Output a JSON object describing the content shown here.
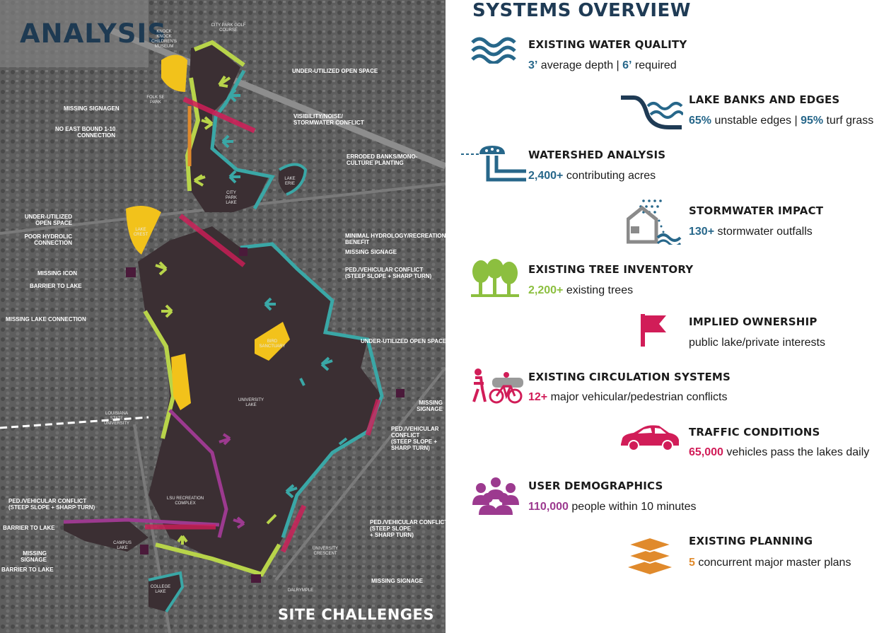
{
  "map": {
    "title": "ANALYSIS",
    "footer": "SITE CHALLENGES",
    "labels": {
      "missing_signagen": "MISSING SIGNAGEN",
      "no_eastbound_1": "NO EAST BOUND 1-10",
      "no_eastbound_2": "CONNECTION",
      "underutilized_top": "UNDER-UTILIZED OPEN SPACE",
      "visibility_1": "VISIBILITY/NOISE/",
      "visibility_2": "STORMWATER CONFLICT",
      "erroded_1": "ERRODED BANKS/MONO-",
      "erroded_2": "CULTURE PLANTING",
      "underutilized_left_1": "UNDER-UTILIZED",
      "underutilized_left_2": "OPEN SPACE",
      "poor_hydrolic_1": "POOR HYDROLIC",
      "poor_hydrolic_2": "CONNECTION",
      "minimal_hydro_1": "MINIMAL HYDROLOGY/RECREATIONAL",
      "minimal_hydro_2": "BENEFIT",
      "missing_signage_mid": "MISSING SIGNAGE",
      "missing_icon": "MISSING ICON",
      "barrier_lake_top": "BARRIER TO LAKE",
      "ped_conflict_mid_1": "PED./VEHICULAR CONFLICT",
      "ped_conflict_mid_2": "(STEEP SLOPE + SHARP TURN)",
      "missing_lake_connection": "MISSING LAKE CONNECTION",
      "underutilized_right": "UNDER-UTILIZED OPEN SPACE",
      "missing_signage_right_1": "MISSING",
      "missing_signage_right_2": "SIGNAGE",
      "ped_right_1": "PED./VEHICULAR",
      "ped_right_2": "CONFLICT",
      "ped_right_3": "(STEEP SLOPE +",
      "ped_right_4": "SHARP TURN)",
      "ped_left_1": "PED./VEHICULAR CONFLICT",
      "ped_left_2": "(STEEP SLOPE + SHARP TURN)",
      "barrier_lake_left": "BARRIER TO LAKE",
      "missing_signage_left_1": "MISSING",
      "missing_signage_left_2": "SIGNAGE",
      "barrier_lake_bottom": "BARRIER TO LAKE",
      "ped_bottom_1": "PED./VEHICULAR CONFLICT",
      "ped_bottom_2": "(STEEP SLOPE",
      "ped_bottom_3": "+ SHARP TURN)",
      "missing_signage_bottom": "MISSING SIGNAGE",
      "knock_knock": "KNOCK KNOCK CHILDREN'S MUSEUM",
      "city_park_golf": "CITY PARK GOLF COURSE",
      "folk_se_park": "FOLK SE PARK",
      "city_park_lake": "CITY PARK LAKE",
      "lake_erie": "LAKE ERIE",
      "lake_crest": "LAKE CREST",
      "university_lake": "UNIVERSITY LAKE",
      "bird_sanctuary": "BIRD SANCTUARY",
      "lsu": "LOUISIANA STATE UNIVERSITY",
      "campus_lake": "CAMPUS LAKE",
      "college_lake": "COLLEGE LAKE",
      "recreation_complex": "LSU RECREATION COMPLEX",
      "university_crescent": "UNIVERSITY CRESCENT",
      "dalrymple": "DALRYMPLE"
    }
  },
  "panel": {
    "title": "SYSTEMS OVERVIEW",
    "items": [
      {
        "title": "EXISTING WATER QUALITY",
        "num1": "3’",
        "text1": " average depth | ",
        "num2": "6’",
        "text2": " required",
        "color": "#27678a",
        "icon": "water-waves-icon"
      },
      {
        "title": "LAKE BANKS AND EDGES",
        "num1": "65%",
        "text1": " unstable edges | ",
        "num2": "95%",
        "text2": " turf grass",
        "color": "#27678a",
        "icon": "lake-bank-icon"
      },
      {
        "title": "WATERSHED ANALYSIS",
        "num1": "2,400+",
        "text1": " contributing acres",
        "color": "#27678a",
        "icon": "watershed-icon"
      },
      {
        "title": "STORMWATER IMPACT",
        "num1": "130+",
        "text1": " stormwater outfalls",
        "color": "#27678a",
        "icon": "stormwater-icon"
      },
      {
        "title": "EXISTING TREE INVENTORY",
        "num1": "2,200+",
        "text1": " existing trees",
        "color": "#8cbf3f",
        "icon": "trees-icon"
      },
      {
        "title": "IMPLIED OWNERSHIP",
        "num1": "",
        "text1": "public lake/private interests",
        "color": "#d11d58",
        "icon": "flag-icon"
      },
      {
        "title": "EXISTING CIRCULATION SYSTEMS",
        "num1": "12+",
        "text1": " major vehicular/pedestrian conflicts",
        "color": "#d11d58",
        "icon": "pedestrian-cyclist-icon"
      },
      {
        "title": "TRAFFIC CONDITIONS",
        "num1": "65,000",
        "text1": " vehicles pass the lakes daily",
        "color": "#d11d58",
        "icon": "car-icon"
      },
      {
        "title": "USER DEMOGRAPHICS",
        "num1": "110,000",
        "text1": " people within 10 minutes",
        "color": "#9c3a8f",
        "icon": "people-group-icon"
      },
      {
        "title": "EXISTING PLANNING",
        "num1": "5",
        "text1": " concurrent major master plans",
        "color": "#e08a2c",
        "icon": "layers-icon"
      }
    ]
  }
}
